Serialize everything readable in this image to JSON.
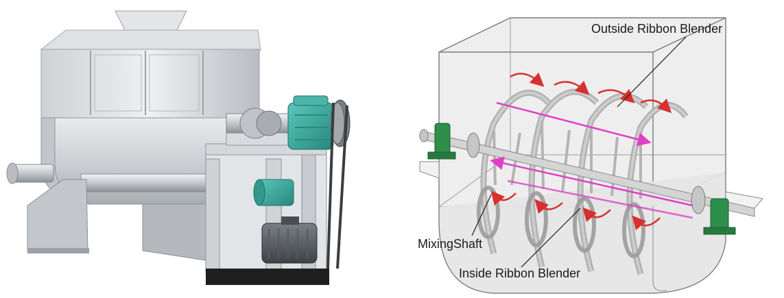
{
  "labels": {
    "outside_ribbon": "Outside Ribbon Blender",
    "mixing_shaft": "MixingShaft",
    "inside_ribbon": "Inside Ribbon Blender"
  },
  "colors": {
    "steel_light": "#e4e6e8",
    "steel_mid": "#c9ccd0",
    "steel_dark": "#8e9398",
    "gearbox_teal": "#3aa59a",
    "motor_gray": "#5c6166",
    "base_black": "#1f1f1f",
    "bearing_green": "#2e8f4a",
    "flow_red": "#d83030",
    "flow_magenta": "#e040c8",
    "tank_fill": "#eeeeee",
    "tank_edge": "#7a7a7a"
  }
}
